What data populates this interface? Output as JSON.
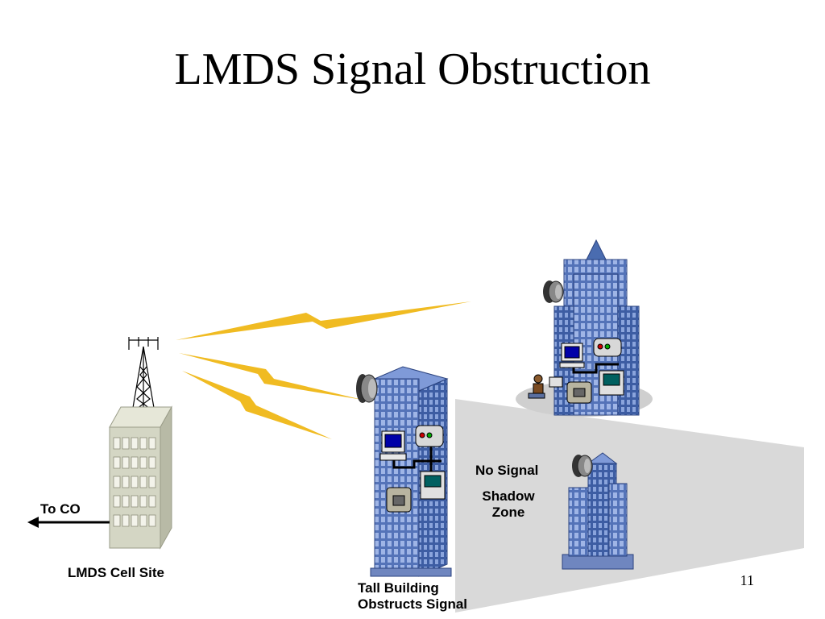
{
  "slide": {
    "title": "LMDS Signal Obstruction",
    "number": "11"
  },
  "labels": {
    "to_co": "To CO",
    "cell_site": "LMDS Cell Site",
    "tall_building_line1": "Tall Building",
    "tall_building_line2": "Obstructs Signal",
    "no_signal": "No Signal",
    "shadow_line1": "Shadow",
    "shadow_line2": "Zone"
  },
  "colors": {
    "signal_bolt": "#f0bb22",
    "shadow_zone": "#d9d9d9",
    "building_blue": "#4a6cb0",
    "cell_site_wall": "#d4d6c4"
  },
  "icons": [
    "antenna-tower-icon",
    "dish-antenna-icon",
    "computer-icon",
    "telephone-icon",
    "server-icon",
    "office-worker-icon"
  ]
}
